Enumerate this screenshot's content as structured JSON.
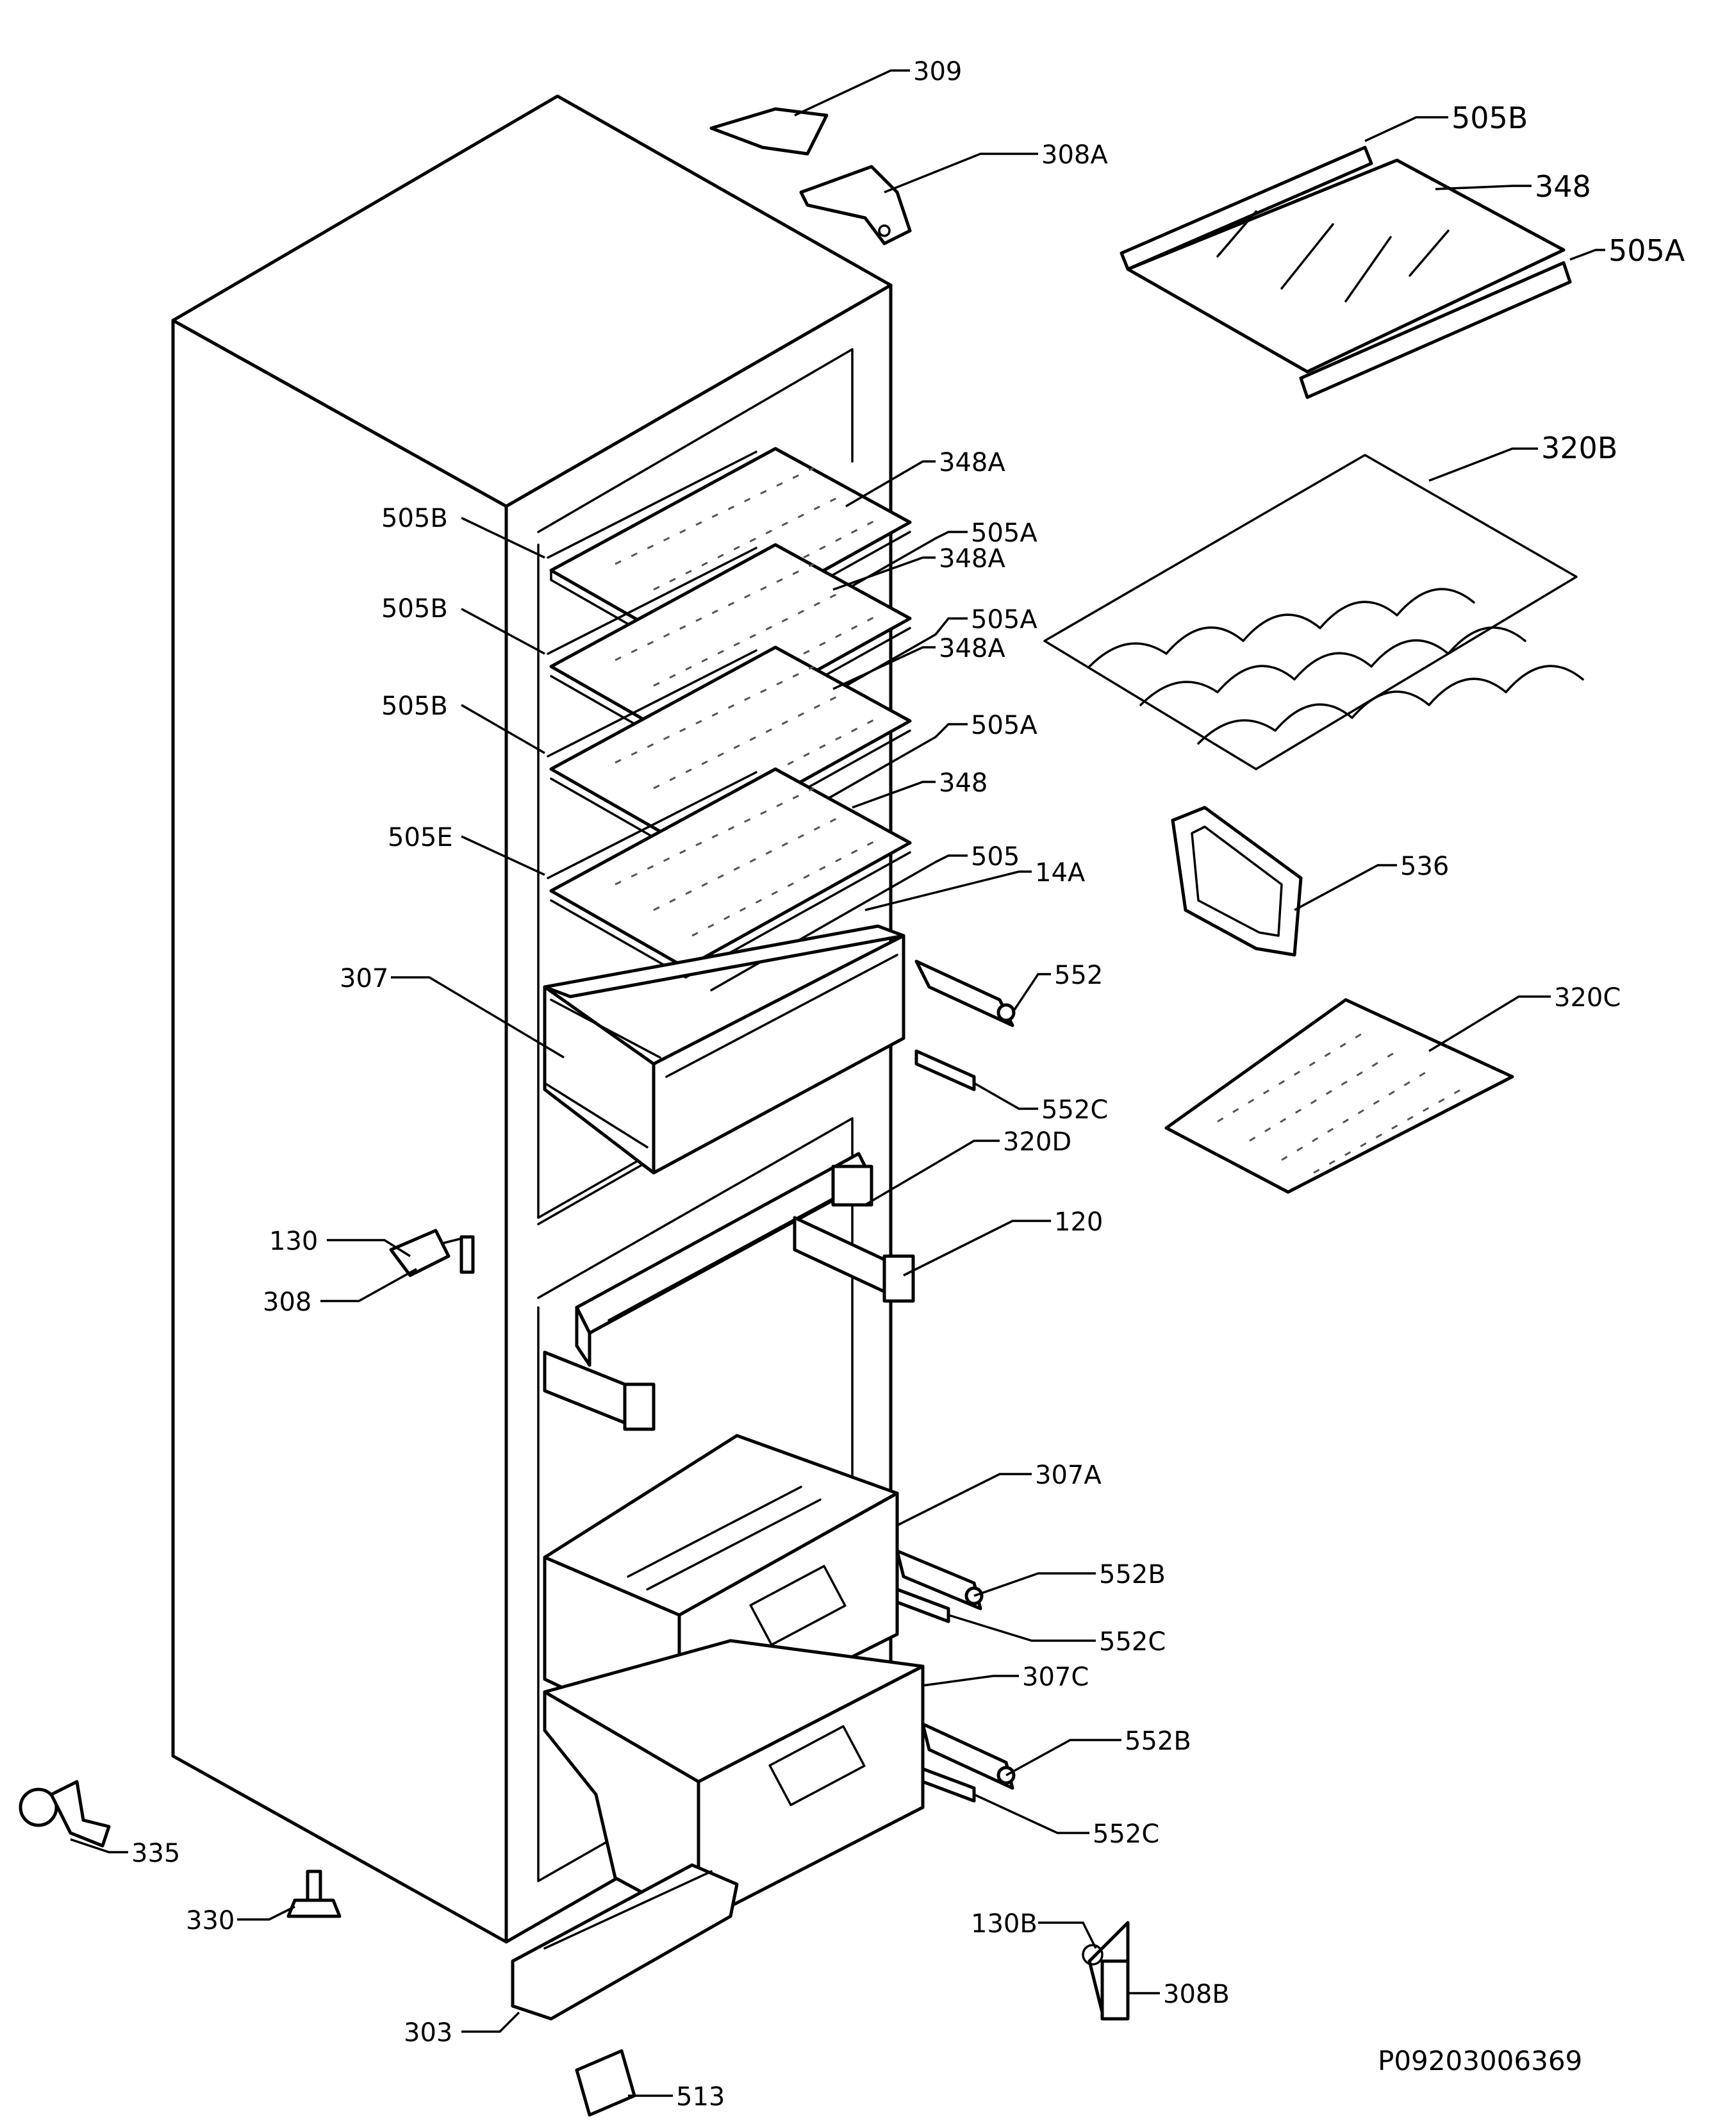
{
  "diagram": {
    "drawing_code": "P09203006369",
    "labels": {
      "p309": "309",
      "p308A": "308A",
      "p505B_top": "505B",
      "p348_top": "348",
      "p505A_top": "505A",
      "p320B": "320B",
      "p348A_1": "348A",
      "p505B_1": "505B",
      "p505A_1": "505A",
      "p348A_2": "348A",
      "p505B_2": "505B",
      "p505A_2": "505A",
      "p348A_3": "348A",
      "p505B_3": "505B",
      "p505A_3": "505A",
      "p348": "348",
      "p505E": "505E",
      "p505": "505",
      "p14A": "14A",
      "p536": "536",
      "p307": "307",
      "p552": "552",
      "p320C": "320C",
      "p552C_1": "552C",
      "p320D": "320D",
      "p130": "130",
      "p120": "120",
      "p308": "308",
      "p307A": "307A",
      "p552B_1": "552B",
      "p552C_2": "552C",
      "p307C": "307C",
      "p552B_2": "552B",
      "p335": "335",
      "p552C_3": "552C",
      "p330": "330",
      "p130B": "130B",
      "p308B": "308B",
      "p303": "303",
      "p513": "513"
    }
  }
}
